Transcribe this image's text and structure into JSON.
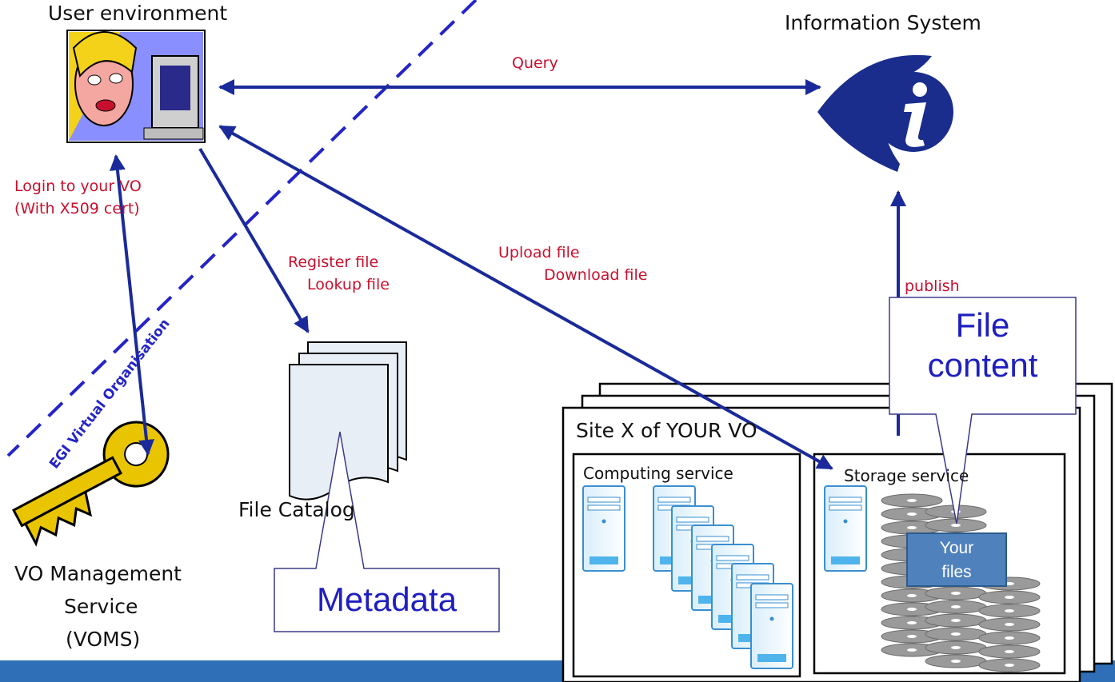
{
  "nodes": {
    "user_env": "User environment",
    "info_system": "Information System",
    "voms_line1": "VO Management",
    "voms_line2": "Service",
    "voms_line3": "(VOMS)",
    "file_catalog": "File Catalog",
    "site": "Site X of YOUR VO",
    "computing": "Computing service",
    "storage": "Storage service",
    "your_files_line1": "Your",
    "your_files_line2": "files"
  },
  "edges": {
    "query": "Query",
    "login_line1": "Login to your VO",
    "login_line2": "(With X509 cert)",
    "register": "Register file",
    "lookup": "Lookup file",
    "upload": "Upload file",
    "download": "Download file",
    "publish": "publish"
  },
  "boundary": {
    "label": "EGI Virtual Organisation"
  },
  "callouts": {
    "file_content_line1": "File",
    "file_content_line2": "content",
    "metadata": "Metadata"
  },
  "colors": {
    "arrow": "#1a2a9a",
    "edge_label": "#c8102e",
    "callout_text": "#1f1fbf",
    "footer_bar": "#2f6fb8"
  },
  "icons": [
    "user-at-computer-icon",
    "information-eye-icon",
    "key-icon",
    "document-stack-icon",
    "server-tower-icon",
    "disk-stack-icon"
  ]
}
